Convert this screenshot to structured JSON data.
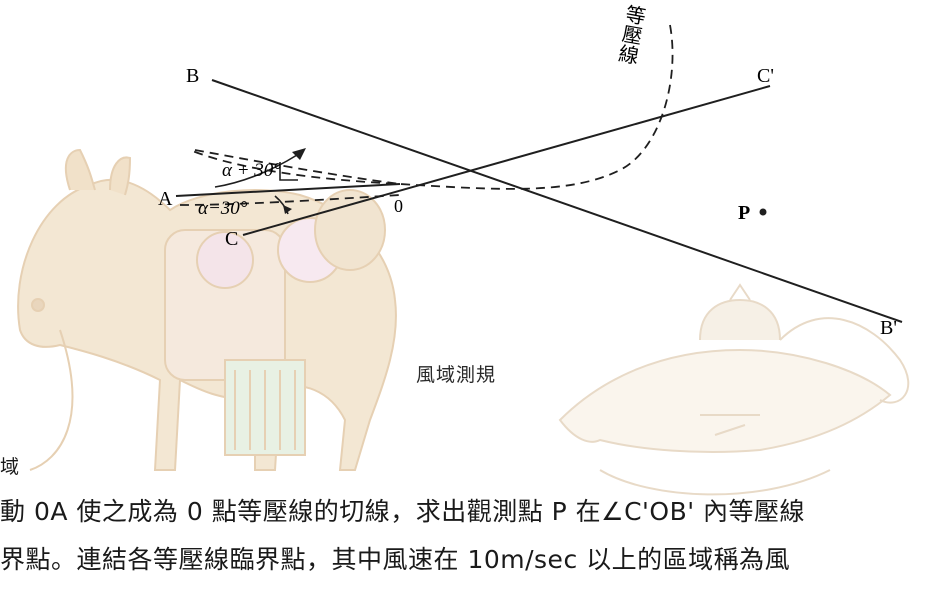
{
  "diagram": {
    "points": {
      "B": "B",
      "C_prime": "C'",
      "A": "A",
      "O": "0",
      "C": "C",
      "P": "P",
      "B_prime": "B'"
    },
    "angle_labels": {
      "plus": "α + 30°",
      "minus": "α−30°"
    },
    "isobar_label": "等壓線",
    "caption": "風域測規"
  },
  "text": {
    "heading_tail": "域",
    "line1": "動 0A 使之成為 0 點等壓線的切線，求出觀測點 P 在∠C'OB' 內等壓線",
    "line2": "界點。連結各等壓線臨界點，其中風速在 10m/sec 以上的區域稱為風"
  }
}
